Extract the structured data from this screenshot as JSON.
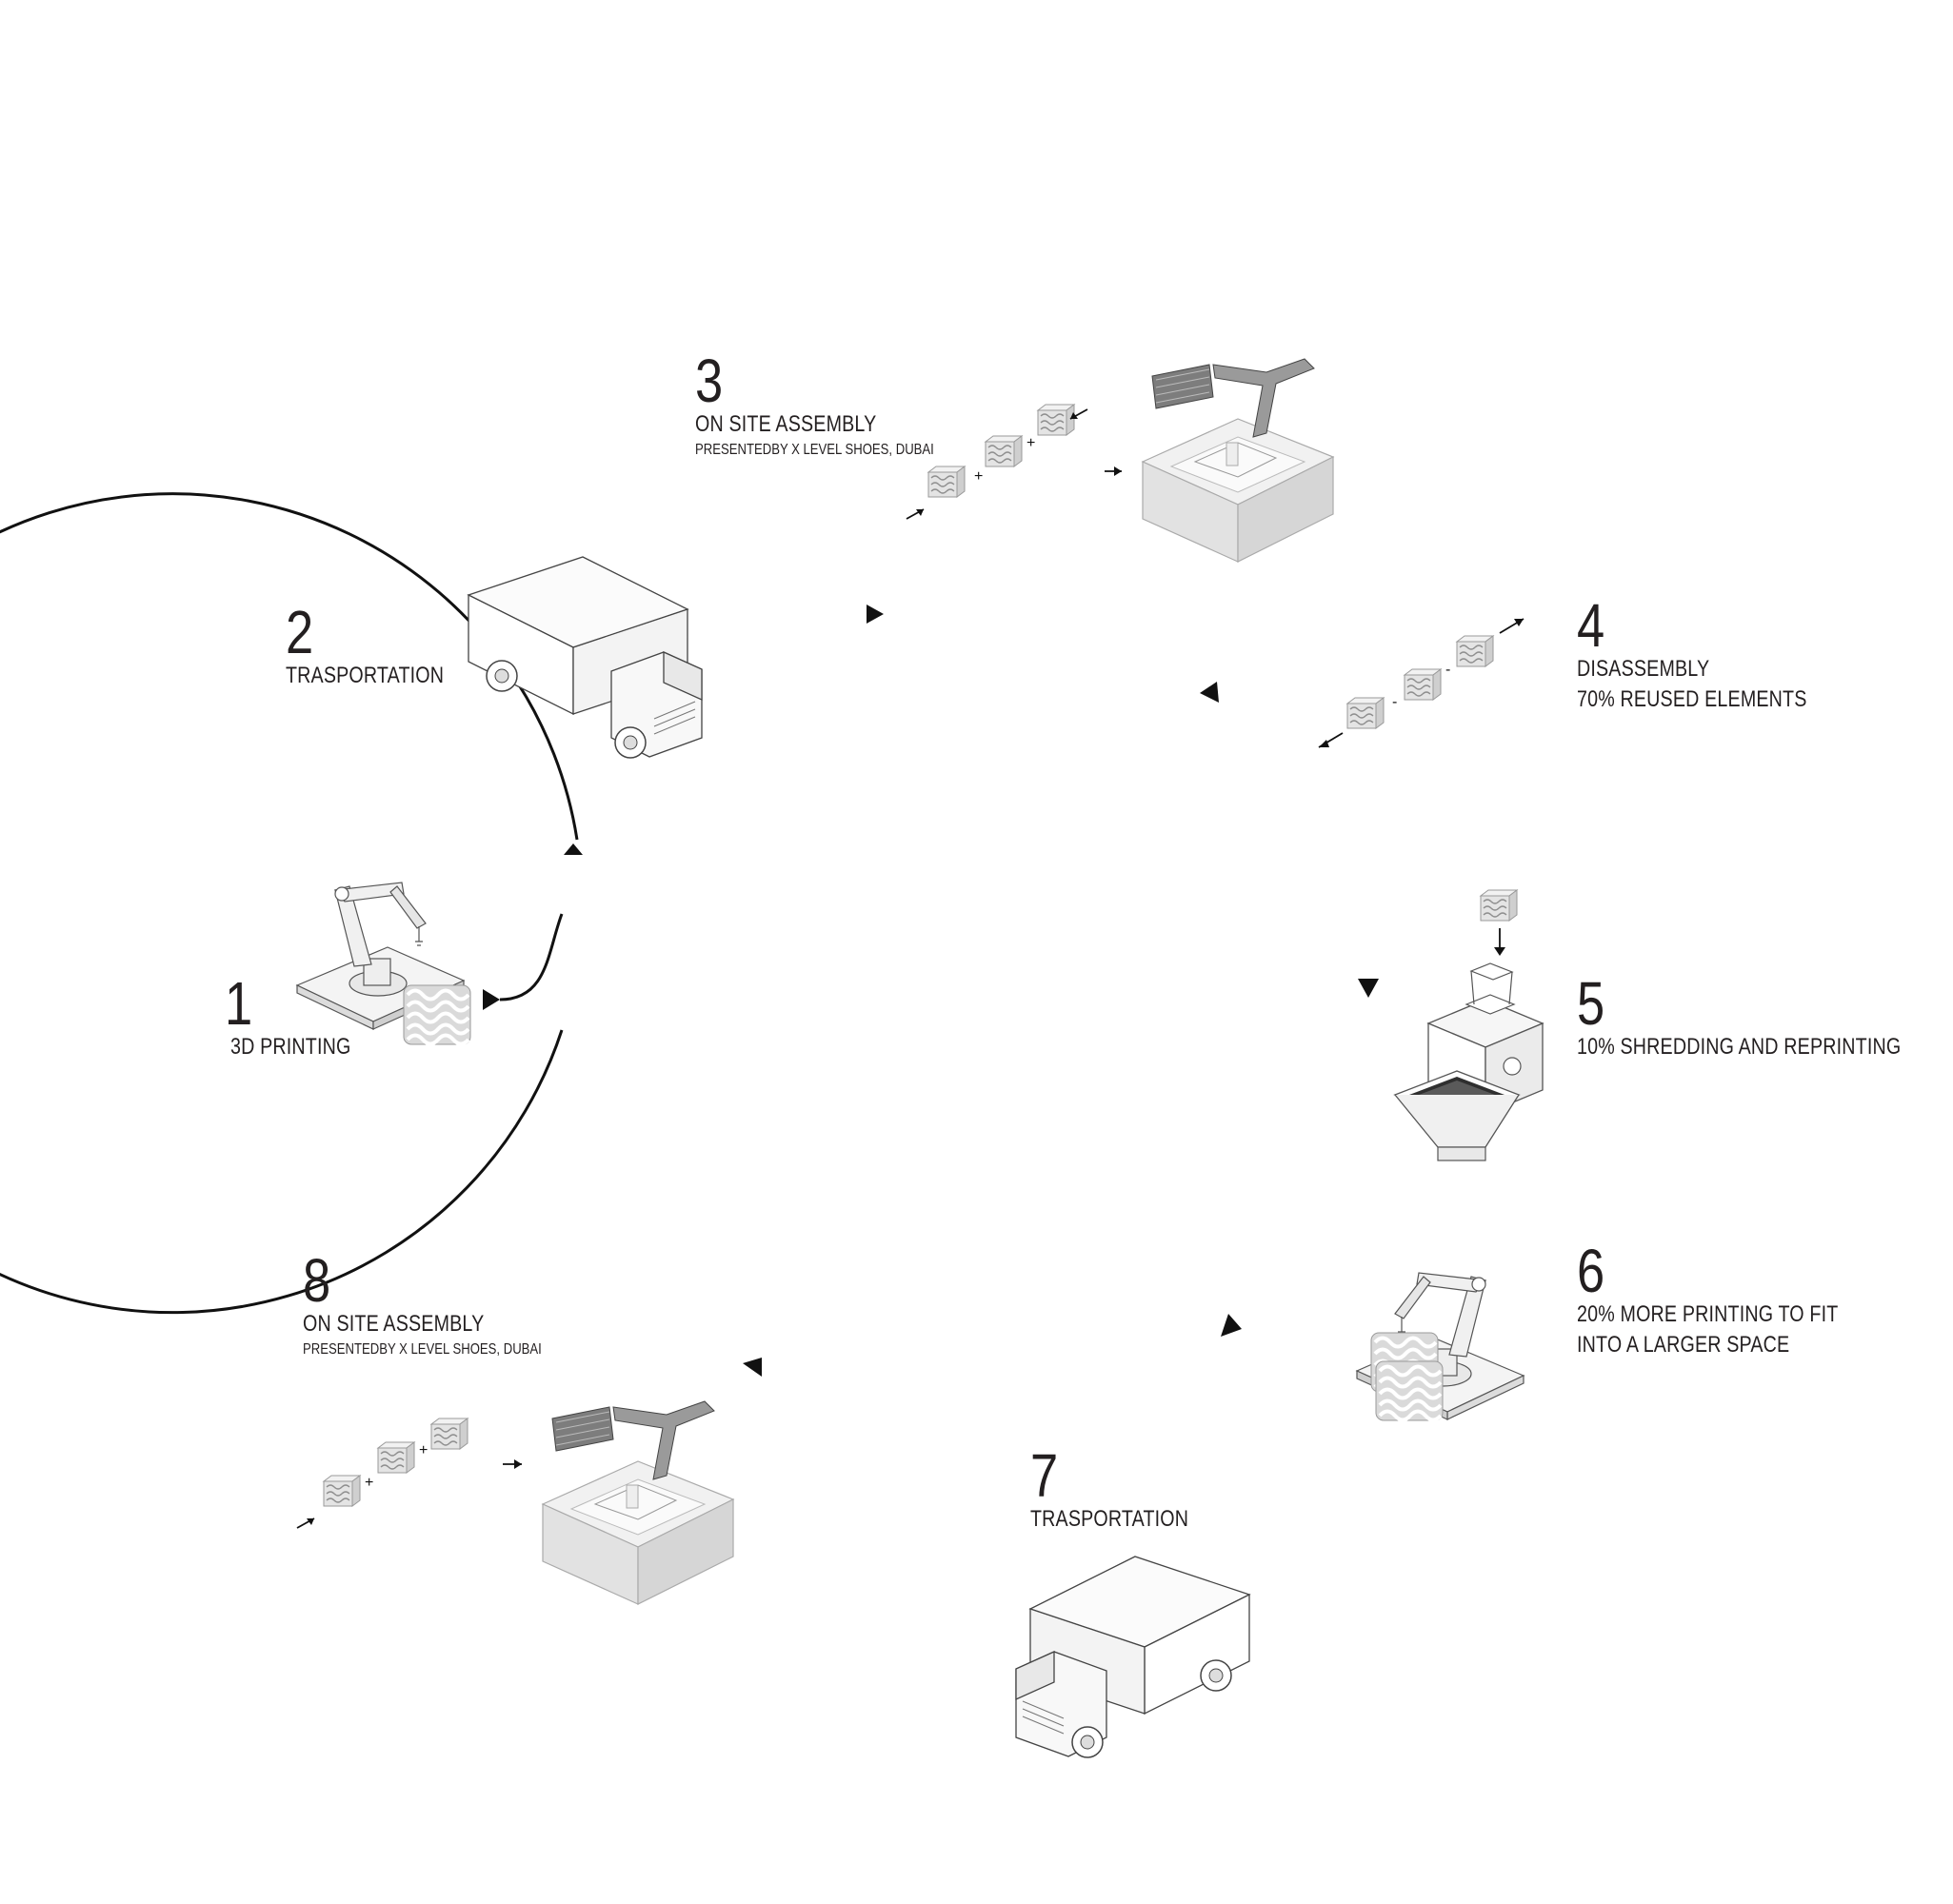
{
  "steps": [
    {
      "number": "1",
      "title": "3D PRINTING",
      "icon": "robot-arm-icon"
    },
    {
      "number": "2",
      "title": "TRASPORTATION",
      "icon": "truck-icon"
    },
    {
      "number": "3",
      "title": "ON SITE ASSEMBLY",
      "subtitle": "PRESENTEDBY X LEVEL SHOES, DUBAI",
      "icon": "pavilion-icon"
    },
    {
      "number": "4",
      "title": "DISASSEMBLY",
      "title2": "70% REUSED ELEMENTS",
      "icon": "modules-icon"
    },
    {
      "number": "5",
      "title": "10% SHREDDING AND REPRINTING",
      "icon": "shredder-icon"
    },
    {
      "number": "6",
      "title": "20% MORE PRINTING TO FIT",
      "title2": "INTO A LARGER SPACE",
      "icon": "robot-arm-icon"
    },
    {
      "number": "7",
      "title": "TRASPORTATION",
      "icon": "truck-icon"
    },
    {
      "number": "8",
      "title": "ON SITE ASSEMBLY",
      "subtitle": "PRESENTEDBY X LEVEL SHOES, DUBAI",
      "icon": "pavilion-icon"
    }
  ],
  "operators": {
    "plus": "+",
    "minus": "-"
  },
  "colors": {
    "ink": "#231f20",
    "line": "#111111",
    "object": "#d9d9d9",
    "object_dark": "#8a8a8a"
  }
}
